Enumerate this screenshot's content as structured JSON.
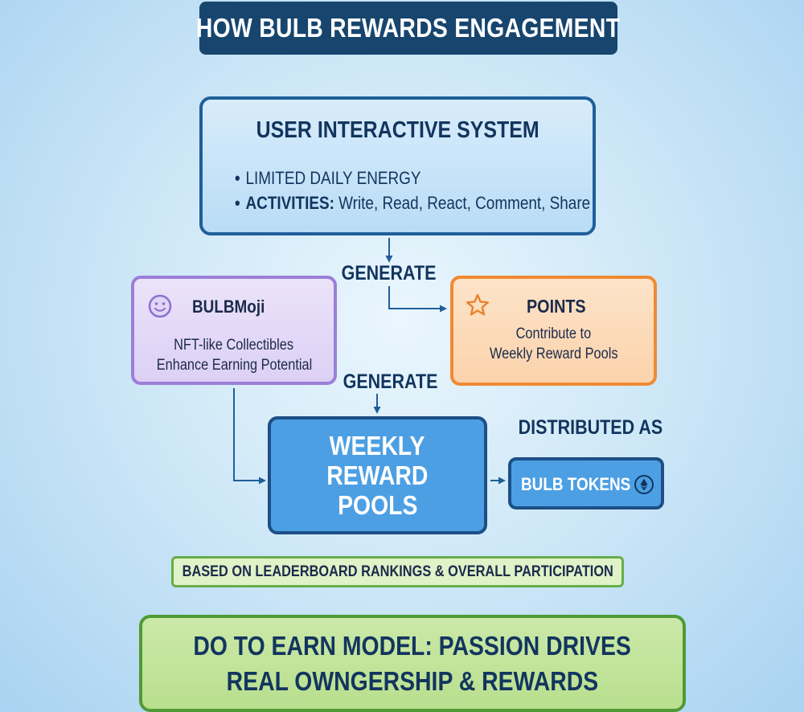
{
  "title": "HOW BULB REWARDS ENGAGEMENT",
  "user_system": {
    "heading": "USER INTERACTIVE SYSTEM",
    "bullet_1": "LIMITED DAILY ENERGY",
    "bullet_2_label": "ACTIVITIES:",
    "bullet_2_text": "Write, Read, React, Comment, Share"
  },
  "flow": {
    "generate_top": "GENERATE",
    "generate_middle": "GENERATE",
    "distributed_as": "DISTRIBUTED AS"
  },
  "bulbmoji": {
    "icon": "smiley-icon",
    "title": "BULBMoji",
    "line_1": "NFT-like Collectibles",
    "line_2": "Enhance Earning Potential"
  },
  "points": {
    "icon": "star-icon",
    "title": "POINTS",
    "line_1": "Contribute to",
    "line_2": "Weekly Reward Pools"
  },
  "weekly_pools": {
    "line_1": "WEEKLY",
    "line_2": "REWARD",
    "line_3": "POOLS"
  },
  "tokens": {
    "label": "BULB TOKENS",
    "icon": "ethereum-coin-icon"
  },
  "criteria": "BASED ON LEADERBOARD RANKINGS & OVERALL PARTICIPATION",
  "model": {
    "line_1": "DO TO EARN MODEL: PASSION DRIVES",
    "line_2": "REAL OWNGERSHIP & REWARDS"
  },
  "colors": {
    "navy": "#17456e",
    "blue_box": "#4d9fe3",
    "purple_border": "#9b7fd8",
    "orange_border": "#f08a33",
    "green_border": "#4f9a36",
    "arrow": "#1f5f9a"
  }
}
